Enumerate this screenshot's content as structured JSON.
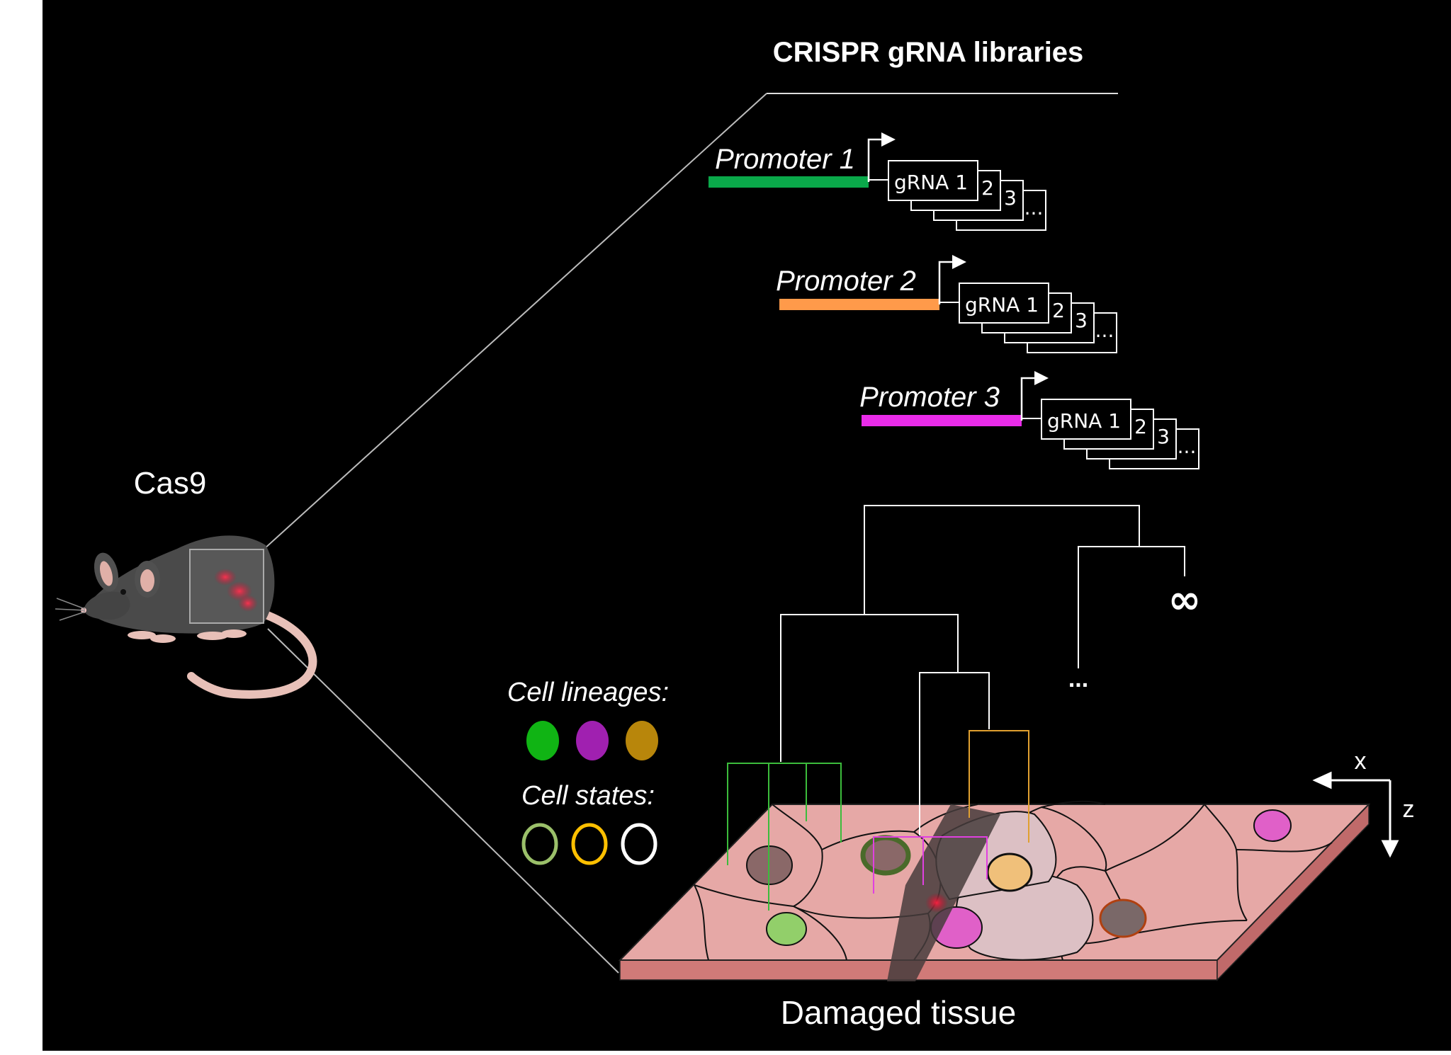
{
  "title": "CRISPR gRNA libraries",
  "mouse_label": "Cas9",
  "constructs": [
    {
      "promoter": "Promoter 1",
      "color": "#0aa84a",
      "gRNA_labels": [
        "gRNA 1",
        "2",
        "3",
        "..."
      ]
    },
    {
      "promoter": "Promoter 2",
      "color": "#ff9a4a",
      "gRNA_labels": [
        "gRNA 1",
        "2",
        "3",
        "..."
      ]
    },
    {
      "promoter": "Promoter 3",
      "color": "#ea2cea",
      "gRNA_labels": [
        "gRNA 1",
        "2",
        "3",
        "..."
      ]
    }
  ],
  "legend": {
    "lineages_label": "Cell lineages:",
    "lineage_colors": [
      "#10b414",
      "#a020b0",
      "#b8860b"
    ],
    "states_label": "Cell states:",
    "state_colors": [
      "#9bc06a",
      "#ffc000",
      "#ffffff"
    ]
  },
  "tree": {
    "infinity_label": "∞",
    "ellipsis_label": "..."
  },
  "axes": {
    "x_label": "x",
    "z_label": "z"
  },
  "tissue_label": "Damaged tissue"
}
